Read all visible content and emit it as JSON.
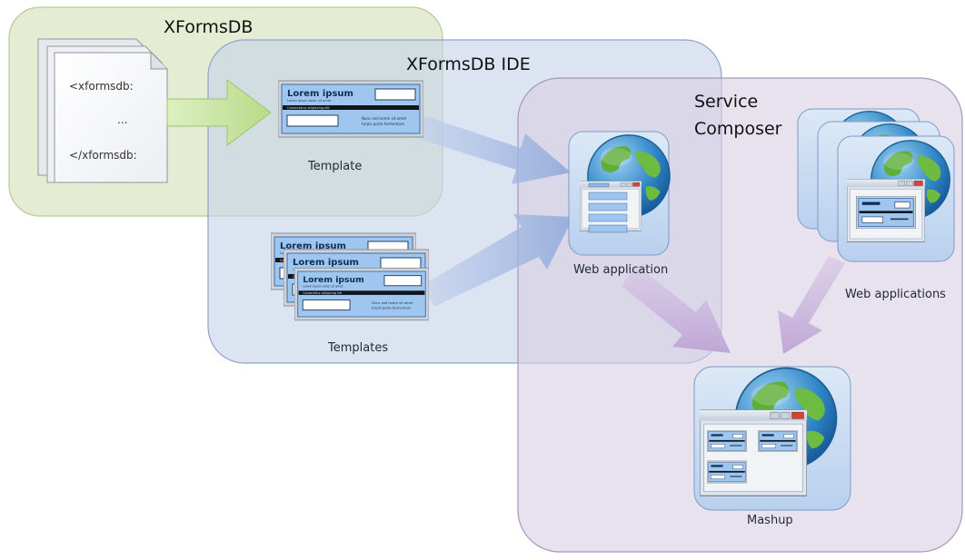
{
  "regions": {
    "xformsdb": "XFormsDB",
    "ide": "XFormsDB IDE",
    "composer_line1": "Service",
    "composer_line2": "Composer"
  },
  "source_document": {
    "open_tag": "<xformsdb:",
    "ellipsis": "...",
    "close_tag": "</xformsdb:"
  },
  "template_card": {
    "heading": "Lorem ipsum",
    "subheading": "Lorem ipsum dolor sit amet",
    "bar_text": "Consectetur adipiscing elit",
    "body_line1": "Nunc sed lorem sit amet",
    "body_line2": "turpis porta fermentum"
  },
  "captions": {
    "template": "Template",
    "templates": "Templates",
    "web_application": "Web application",
    "web_applications": "Web applications",
    "mashup": "Mashup"
  },
  "colors": {
    "xformsdb_region": "#e4ecd3",
    "ide_region": "#d6e0ef",
    "composer_region": "#e6dfeb",
    "green_arrow": "#c8e3a2",
    "blue_arrow": "#a9bde3",
    "purple_arrow": "#c9b3da"
  },
  "icons": [
    "document-icon",
    "globe-icon",
    "browser-window-icon"
  ]
}
